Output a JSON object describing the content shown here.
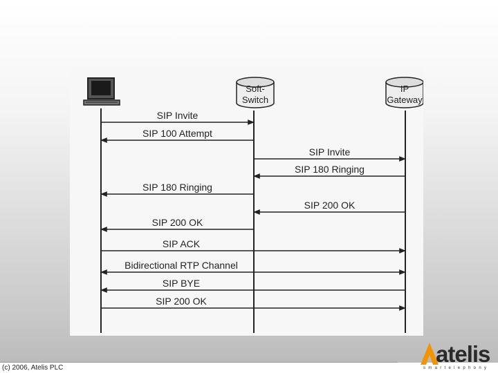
{
  "diagram": {
    "nodes": [
      {
        "id": "pc",
        "label_lines": [],
        "icon": "computer-icon"
      },
      {
        "id": "softswitch",
        "label_lines": [
          "Soft-",
          "Switch"
        ],
        "icon": "cylinder-icon"
      },
      {
        "id": "gateway",
        "label_lines": [
          "IP",
          "Gateway"
        ],
        "icon": "cylinder-icon"
      }
    ],
    "messages": [
      {
        "label": "SIP Invite",
        "from": "pc",
        "to": "softswitch"
      },
      {
        "label": "SIP 100 Attempt",
        "from": "softswitch",
        "to": "pc"
      },
      {
        "label": "SIP Invite",
        "from": "softswitch",
        "to": "gateway"
      },
      {
        "label": "SIP 180 Ringing",
        "from": "gateway",
        "to": "softswitch"
      },
      {
        "label": "SIP 180 Ringing",
        "from": "softswitch",
        "to": "pc"
      },
      {
        "label": "SIP 200 OK",
        "from": "gateway",
        "to": "softswitch"
      },
      {
        "label": "SIP 200 OK",
        "from": "softswitch",
        "to": "pc"
      },
      {
        "label": "SIP ACK",
        "from": "pc",
        "to": "gateway"
      },
      {
        "label": "Bidirectional RTP Channel",
        "from": "pc",
        "to": "gateway",
        "bidirectional": true
      },
      {
        "label": "SIP BYE",
        "from": "gateway",
        "to": "pc"
      },
      {
        "label": "SIP 200 OK",
        "from": "pc",
        "to": "gateway"
      }
    ]
  },
  "footer": {
    "copyright": "(c) 2006, Atelis PLC"
  },
  "logo": {
    "word": "atelis",
    "tagline": "smartelephony",
    "accent_color": "#f29400"
  }
}
